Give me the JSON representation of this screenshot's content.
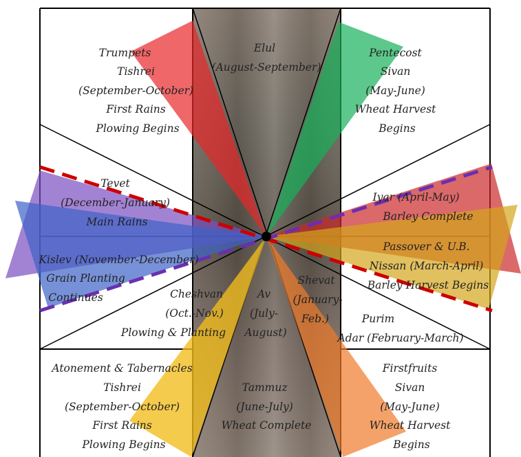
{
  "colors": {
    "red": "#e8262a",
    "green": "#17b15a",
    "purple": "#7b4fc0",
    "blue": "#3d63c8",
    "crimson": "#cc2a2a",
    "gold": "#d4a51b",
    "yellow": "#f2bd1b",
    "orange": "#f07a2a",
    "dash_red": "#cc0000",
    "dash_purple": "#6a2fb0"
  },
  "labels": {
    "trumpets": [
      "Trumpets",
      "Tishrei",
      "(September-October)",
      "First Rains",
      "Plowing Begins"
    ],
    "elul": [
      "Elul",
      "(August-September)"
    ],
    "pentecost": [
      "Pentecost",
      "Sivan",
      "(May-June)",
      "Wheat Harvest",
      "Begins"
    ],
    "tevet": [
      "Tevet",
      "(December-January)",
      "Main Rains"
    ],
    "kislev": [
      "Kislev (November-December)",
      "Grain Planting",
      "Continues"
    ],
    "iyar": [
      "Iyar (April-May)",
      "Barley Complete"
    ],
    "passover": [
      "Passover & U.B.",
      "Nissan (March-April)",
      "Barley Harvest Begins"
    ],
    "cheshvan": [
      "Cheshvan",
      "(Oct.-Nov.)",
      "Plowing & Planting"
    ],
    "av": [
      "Av",
      "(July-",
      "August)"
    ],
    "shevat": [
      "Shevat",
      "(January-",
      "Feb.)"
    ],
    "purim": [
      "Purim",
      "Adar (February-March)"
    ],
    "atonement": [
      "Atonement & Tabernacles",
      "Tishrei",
      "(September-October)",
      "First Rains",
      "Plowing Begins"
    ],
    "tammuz": [
      "Tammuz",
      "(June-July)",
      "Wheat Complete"
    ],
    "firstfruits": [
      "Firstfruits",
      "Sivan",
      "(May-June)",
      "Wheat Harvest",
      "Begins"
    ]
  }
}
